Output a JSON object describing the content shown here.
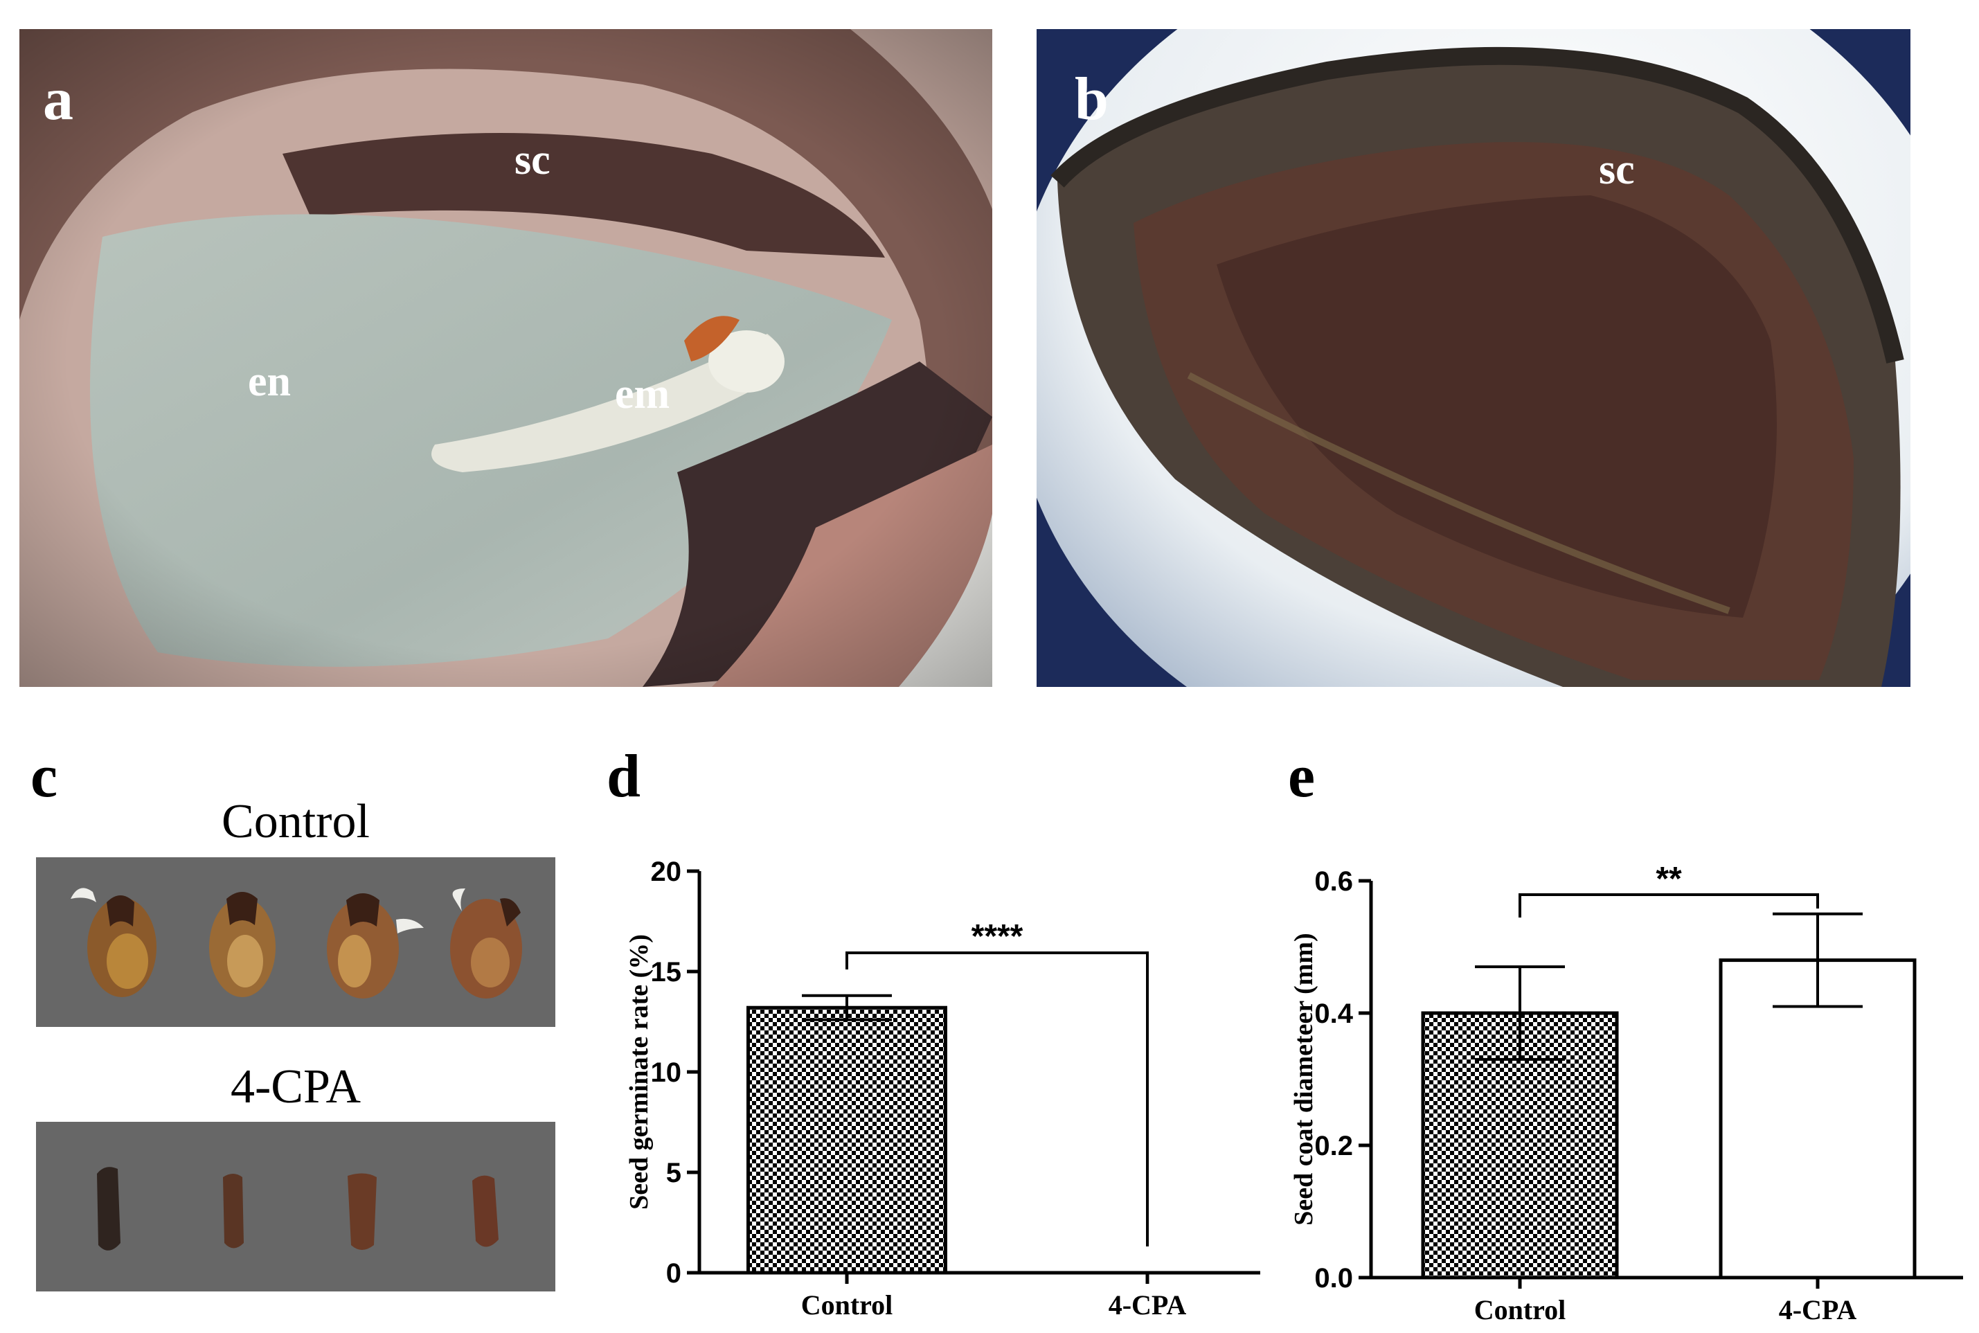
{
  "panels": {
    "a": {
      "letter": "a",
      "labels": {
        "sc": "sc",
        "en": "en",
        "em": "em"
      }
    },
    "b": {
      "letter": "b",
      "labels": {
        "sc": "sc"
      }
    },
    "c": {
      "letter": "c",
      "control_title": "Control",
      "treatment_title": "4-CPA"
    },
    "d": {
      "letter": "d"
    },
    "e": {
      "letter": "e"
    }
  },
  "colors": {
    "bar_fill_pattern": "checkerboard",
    "bar_stroke": "#000000",
    "open_bar_fill": "#ffffff",
    "strip_background": "#676767"
  },
  "chart_data": [
    {
      "id": "d",
      "type": "bar",
      "categories": [
        "Control",
        "4-CPA"
      ],
      "values": [
        13.2,
        0
      ],
      "errors": [
        0.6,
        0
      ],
      "ylabel": "Seed germinate rate (%)",
      "ylim": [
        0,
        20
      ],
      "yticks": [
        0,
        5,
        10,
        15,
        20
      ],
      "significance": {
        "between": [
          0,
          1
        ],
        "label": "****"
      },
      "grid": false
    },
    {
      "id": "e",
      "type": "bar",
      "categories": [
        "Control",
        "4-CPA"
      ],
      "values": [
        0.4,
        0.48
      ],
      "errors": [
        0.07,
        0.07
      ],
      "ylabel": "Seed coat diameteer (mm)",
      "ylim": [
        0,
        0.6
      ],
      "yticks": [
        "0.0",
        "0.2",
        "0.4",
        "0.6"
      ],
      "significance": {
        "between": [
          0,
          1
        ],
        "label": "**"
      },
      "grid": false
    }
  ]
}
